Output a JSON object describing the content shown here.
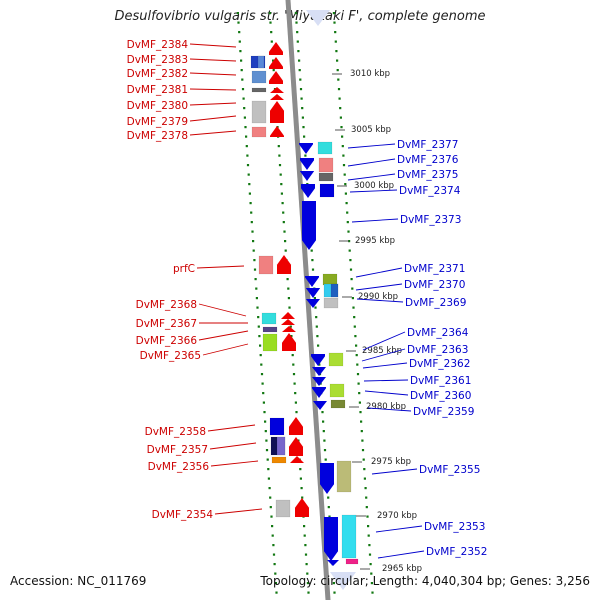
{
  "title": "Desulfovibrio vulgaris str. 'Miyazaki F', complete genome",
  "footer": {
    "accession": "Accession: NC_011769",
    "topology": "Topology: circular; Length: 4,040,304 bp; Genes: 3,256"
  },
  "colors": {
    "reverse_label": "#cc0000",
    "forward_label": "#0000cc",
    "reverse_gene": "#ee0000",
    "forward_gene": "#0000dd",
    "track_tick": "#117711",
    "backbone": "#8c8c8c"
  },
  "scale": {
    "unit": "kbp",
    "ticks": [
      {
        "label": "3010 kbp"
      },
      {
        "label": "3005 kbp"
      },
      {
        "label": "3000 kbp"
      },
      {
        "label": "2995 kbp"
      },
      {
        "label": "2990 kbp"
      },
      {
        "label": "2985 kbp"
      },
      {
        "label": "2980 kbp"
      },
      {
        "label": "2975 kbp"
      },
      {
        "label": "2970 kbp"
      },
      {
        "label": "2965 kbp"
      }
    ]
  },
  "reverse_genes": [
    {
      "name": "DvMF_2384"
    },
    {
      "name": "DvMF_2383"
    },
    {
      "name": "DvMF_2382"
    },
    {
      "name": "DvMF_2381"
    },
    {
      "name": "DvMF_2380"
    },
    {
      "name": "DvMF_2379"
    },
    {
      "name": "DvMF_2378"
    },
    {
      "name": "prfC"
    },
    {
      "name": "DvMF_2368"
    },
    {
      "name": "DvMF_2367"
    },
    {
      "name": "DvMF_2366"
    },
    {
      "name": "DvMF_2365"
    },
    {
      "name": "DvMF_2358"
    },
    {
      "name": "DvMF_2357"
    },
    {
      "name": "DvMF_2356"
    },
    {
      "name": "DvMF_2354"
    }
  ],
  "forward_genes": [
    {
      "name": "DvMF_2377"
    },
    {
      "name": "DvMF_2376"
    },
    {
      "name": "DvMF_2375"
    },
    {
      "name": "DvMF_2374"
    },
    {
      "name": "DvMF_2373"
    },
    {
      "name": "DvMF_2371"
    },
    {
      "name": "DvMF_2370"
    },
    {
      "name": "DvMF_2369"
    },
    {
      "name": "DvMF_2364"
    },
    {
      "name": "DvMF_2363"
    },
    {
      "name": "DvMF_2362"
    },
    {
      "name": "DvMF_2361"
    },
    {
      "name": "DvMF_2360"
    },
    {
      "name": "DvMF_2359"
    },
    {
      "name": "DvMF_2355"
    },
    {
      "name": "DvMF_2353"
    },
    {
      "name": "DvMF_2352"
    }
  ]
}
